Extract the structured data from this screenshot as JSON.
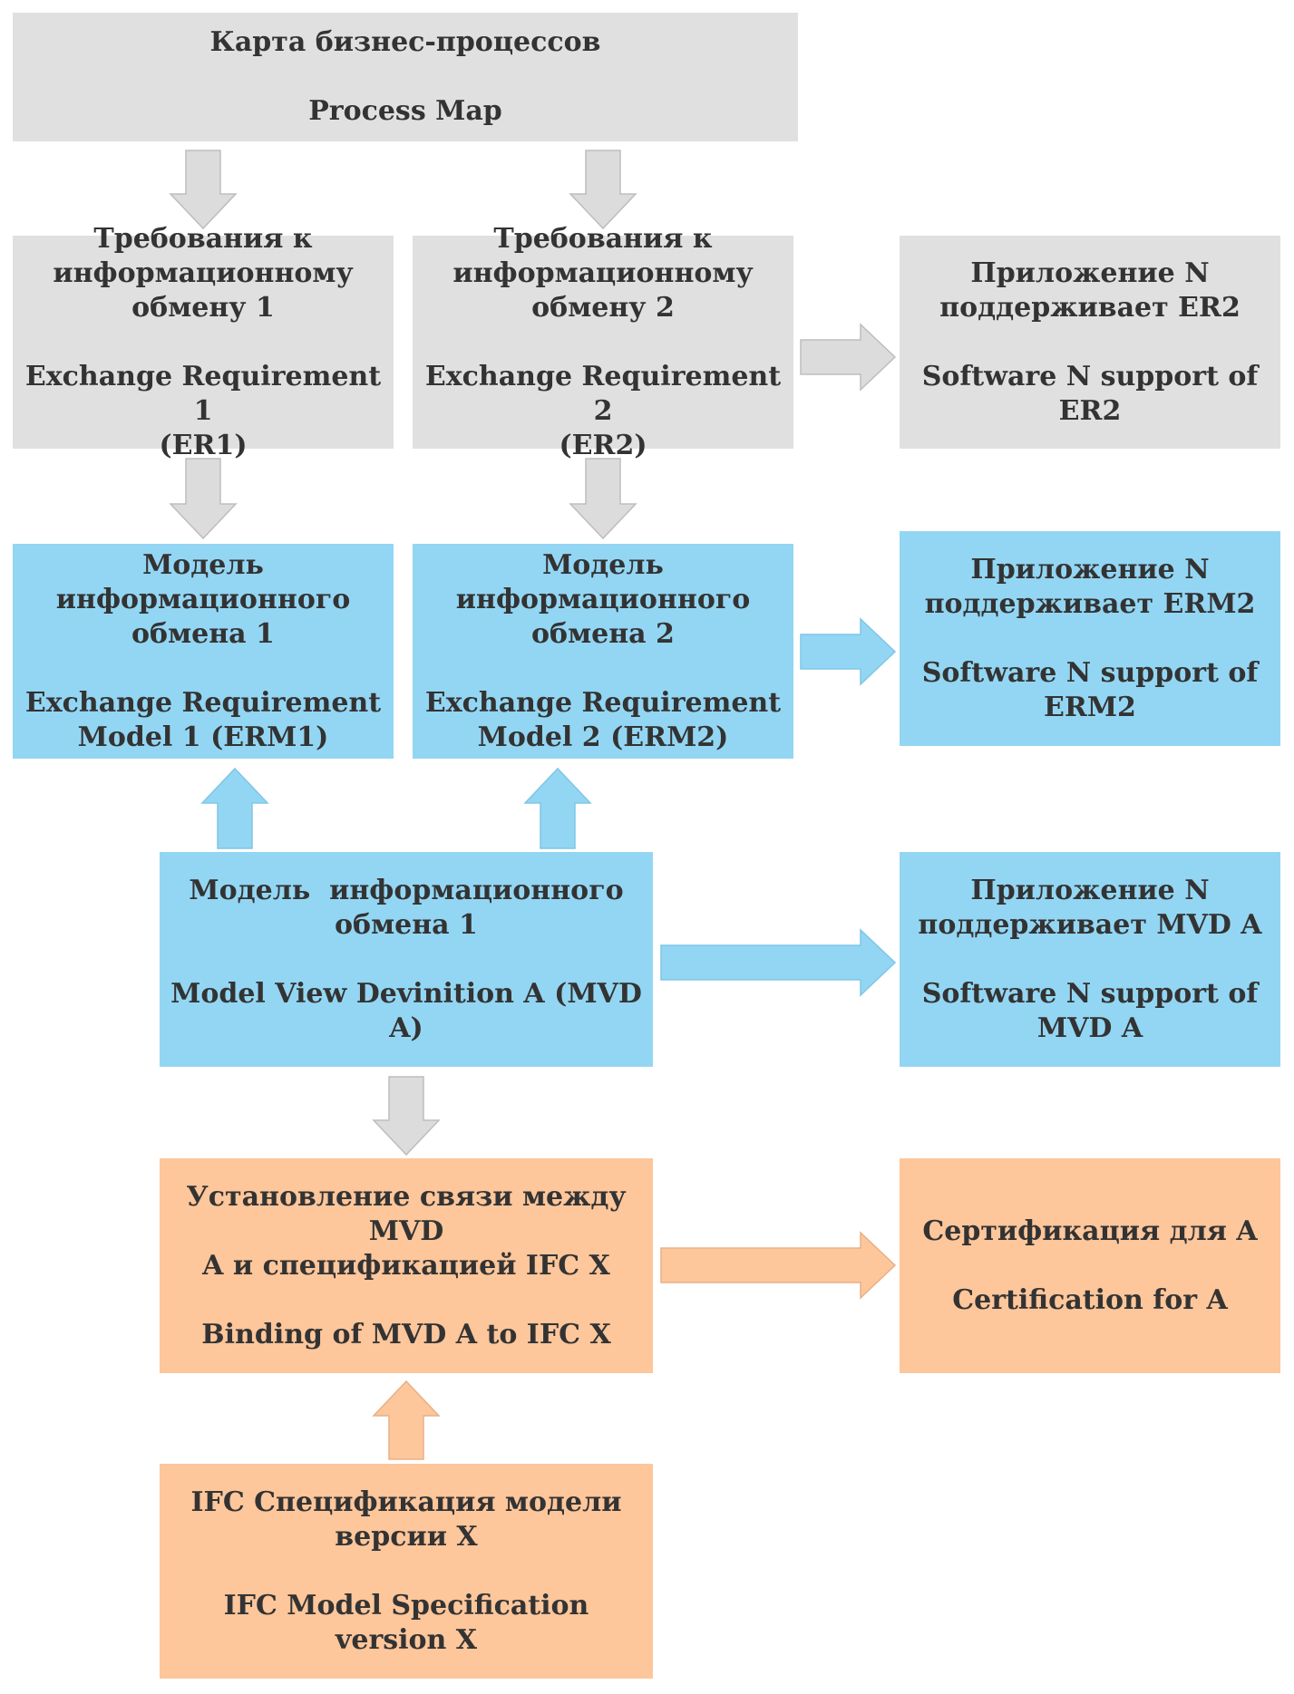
{
  "colors": {
    "gray": "#e0e0e0",
    "blue": "#93d6f3",
    "orange": "#fdc69b",
    "gray_arrow_fill": "#dcdcdc",
    "gray_arrow_stroke": "#bdbdbd",
    "blue_arrow_fill": "#93d6f3",
    "blue_arrow_stroke": "#7fc6e6",
    "orange_arrow_fill": "#fdc69b",
    "orange_arrow_stroke": "#e8b085",
    "text": "#333333"
  },
  "nodes": {
    "process_map": {
      "ru": "Карта бизнес-процессов",
      "en": "Process Map"
    },
    "er1": {
      "ru": [
        "Требования к",
        "информационному",
        "обмену 1"
      ],
      "en": [
        "Exchange Requirement 1",
        "(ER1)"
      ]
    },
    "er2": {
      "ru": [
        "Требования к",
        "информационному",
        "обмену 2"
      ],
      "en": [
        "Exchange Requirement 2",
        "(ER2)"
      ]
    },
    "sw_er2": {
      "ru": [
        "Приложение N",
        "поддерживает ER2"
      ],
      "en": [
        "Software N support of ER2"
      ]
    },
    "erm1": {
      "ru": [
        "Модель",
        "информационного",
        "обмена 1"
      ],
      "en": [
        "Exchange Requirement",
        "Model 1 (ERM1)"
      ]
    },
    "erm2": {
      "ru": [
        "Модель",
        "информационного",
        "обмена 2"
      ],
      "en": [
        "Exchange Requirement",
        "Model 2 (ERM2)"
      ]
    },
    "sw_erm2": {
      "ru": [
        "Приложение N",
        "поддерживает ERM2"
      ],
      "en": [
        "Software N support of",
        "ERM2"
      ]
    },
    "mvd": {
      "ru": [
        "Модель  информационного",
        "обмена 1"
      ],
      "en": [
        "Model View Devinition A (MVD A)"
      ]
    },
    "sw_mvd": {
      "ru": [
        "Приложение N",
        "поддерживает MVD A"
      ],
      "en": [
        "Software N support of",
        "MVD A"
      ]
    },
    "binding": {
      "ru": [
        "Установление связи между MVD",
        "A и спецификацией IFC X"
      ],
      "en": [
        "Binding of MVD A to IFC X"
      ]
    },
    "cert": {
      "ru": [
        "Сертификация для A"
      ],
      "en": [
        "Certification for A"
      ]
    },
    "ifc": {
      "ru": [
        "IFC Спецификация модели",
        "версии X"
      ],
      "en": [
        "IFC Model Specification version X"
      ]
    }
  },
  "arrows": [
    {
      "from": "process_map",
      "to": "er1",
      "style": "gray"
    },
    {
      "from": "process_map",
      "to": "er2",
      "style": "gray"
    },
    {
      "from": "er2",
      "to": "sw_er2",
      "style": "gray"
    },
    {
      "from": "er1",
      "to": "erm1",
      "style": "gray"
    },
    {
      "from": "er2",
      "to": "erm2",
      "style": "gray"
    },
    {
      "from": "erm2",
      "to": "sw_erm2",
      "style": "blue"
    },
    {
      "from": "mvd",
      "to": "erm1",
      "style": "blue"
    },
    {
      "from": "mvd",
      "to": "erm2",
      "style": "blue"
    },
    {
      "from": "mvd",
      "to": "sw_mvd",
      "style": "blue"
    },
    {
      "from": "mvd",
      "to": "binding",
      "style": "gray"
    },
    {
      "from": "binding",
      "to": "cert",
      "style": "orange"
    },
    {
      "from": "ifc",
      "to": "binding",
      "style": "orange"
    }
  ]
}
